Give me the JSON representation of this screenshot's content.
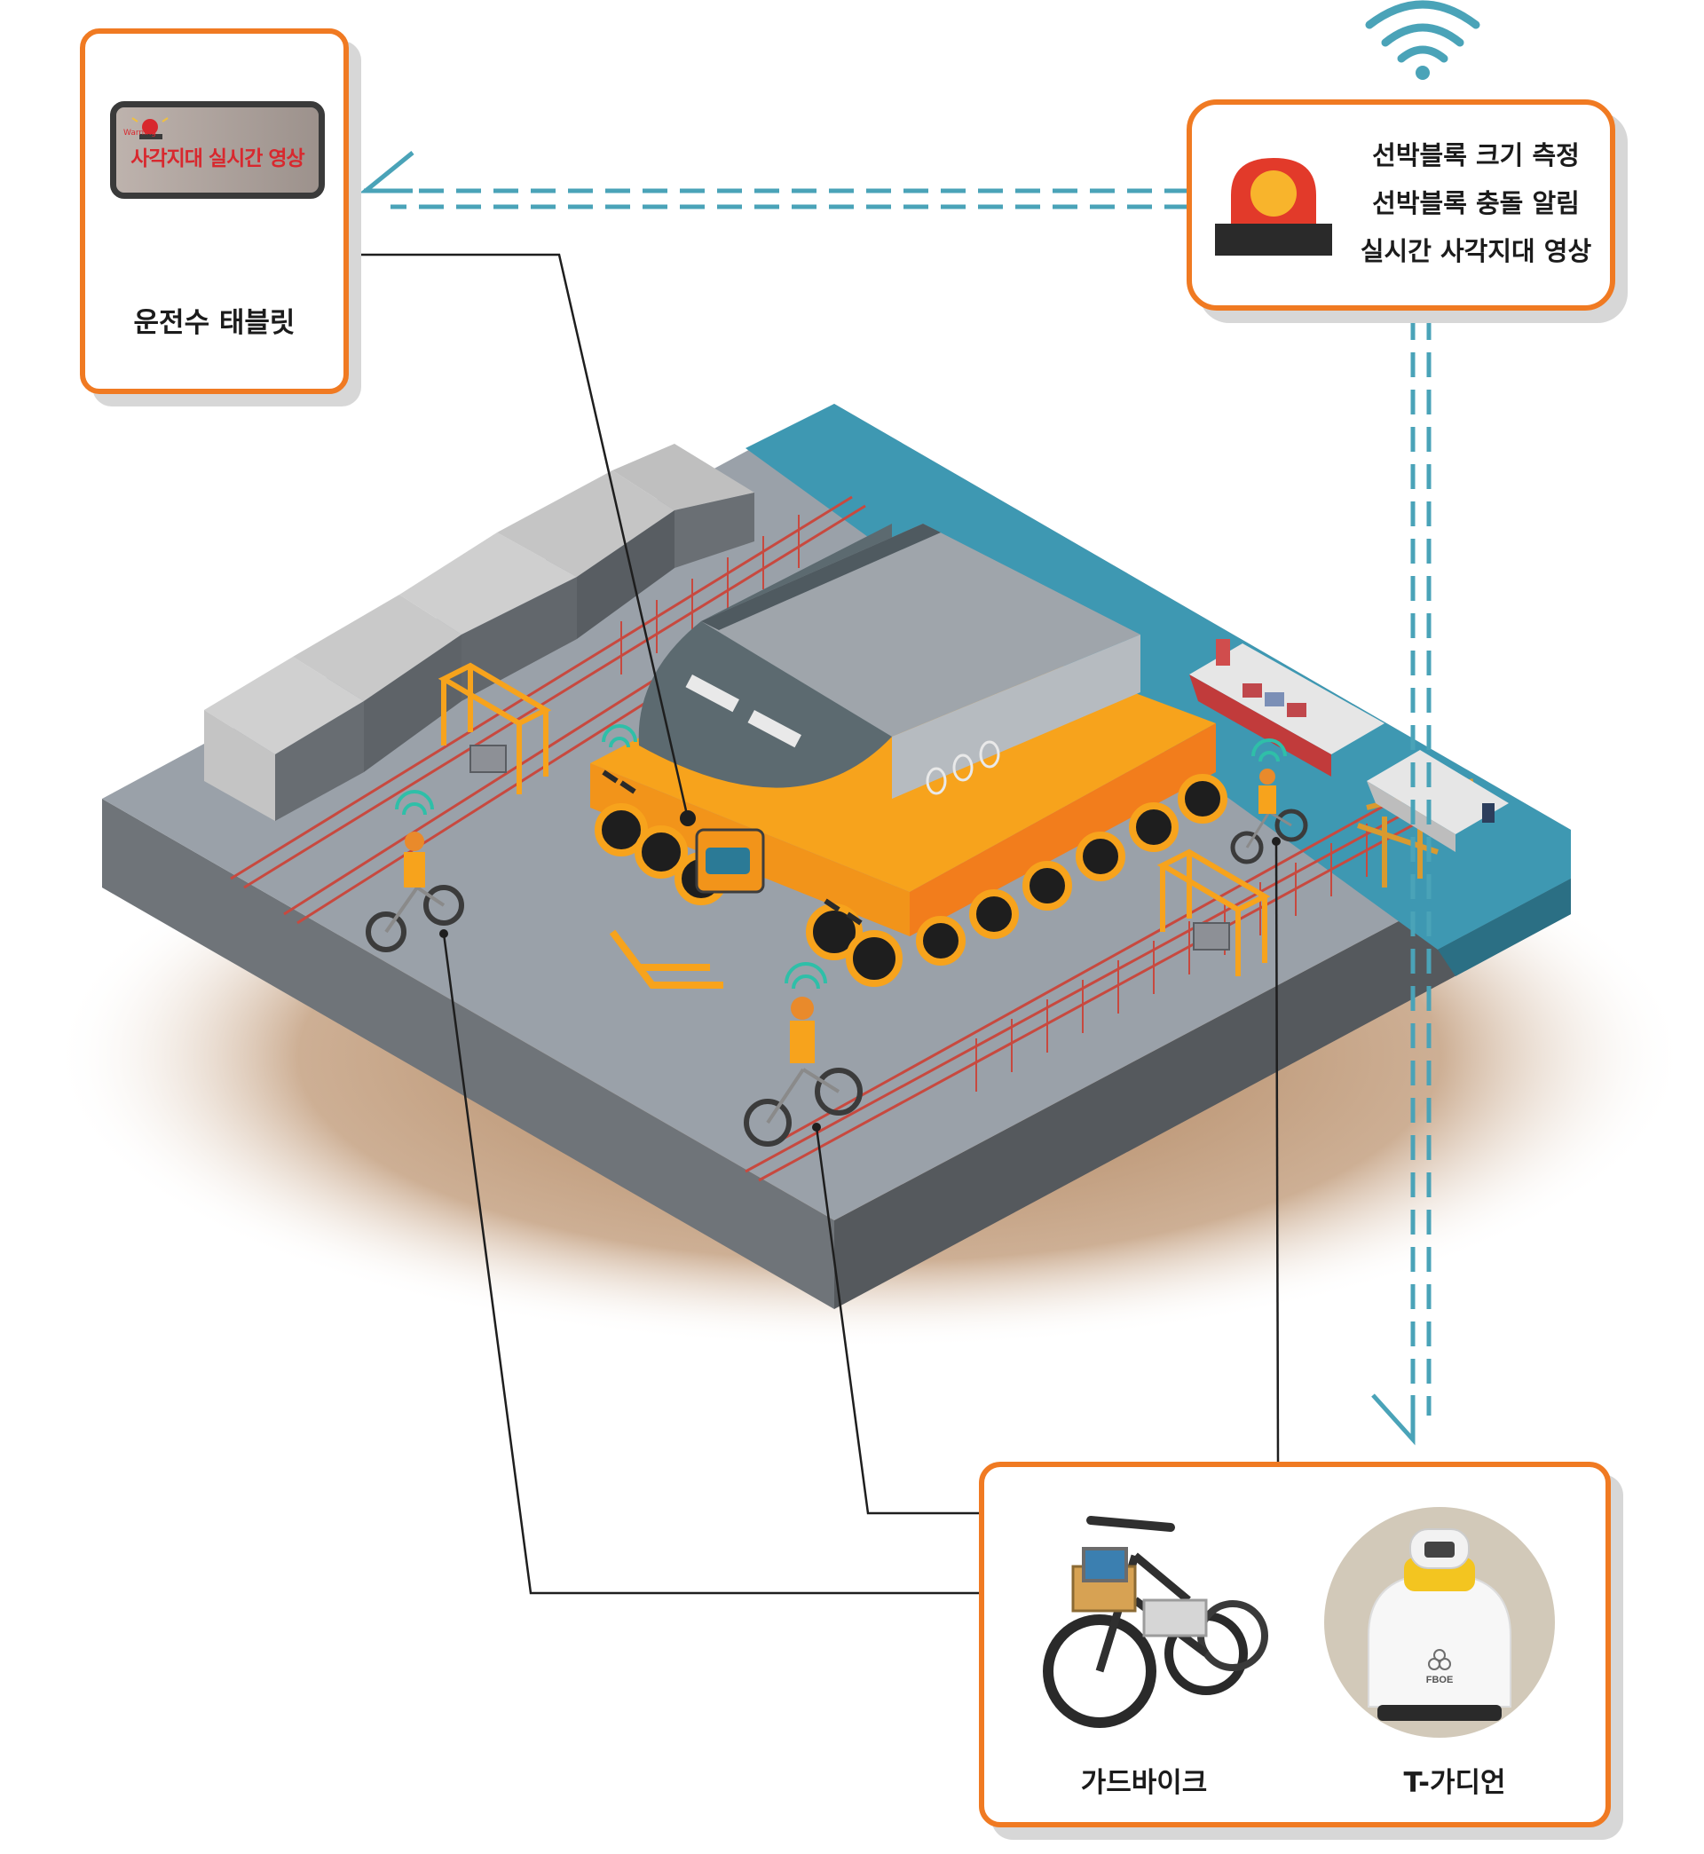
{
  "tablet_card": {
    "screen_text": "사각지대 실시간 영상",
    "screen_warning": "Warning",
    "label": "운전수 태블릿"
  },
  "alarm_card": {
    "features": [
      "선박블록 크기 측정",
      "선박블록 충돌 알림",
      "실시간 사각지대 영상"
    ]
  },
  "devices_card": {
    "bike_label": "가드바이크",
    "robot_label": "T-가디언",
    "robot_logo": "FBOE"
  },
  "icons": {
    "wifi": "wifi-icon",
    "alarm": "alarm-beacon-icon"
  },
  "colors": {
    "accent_orange": "#f07a22",
    "arrow_teal": "#4aa3b8",
    "water": "#3e98b2",
    "transporter": "#f7a31c"
  }
}
